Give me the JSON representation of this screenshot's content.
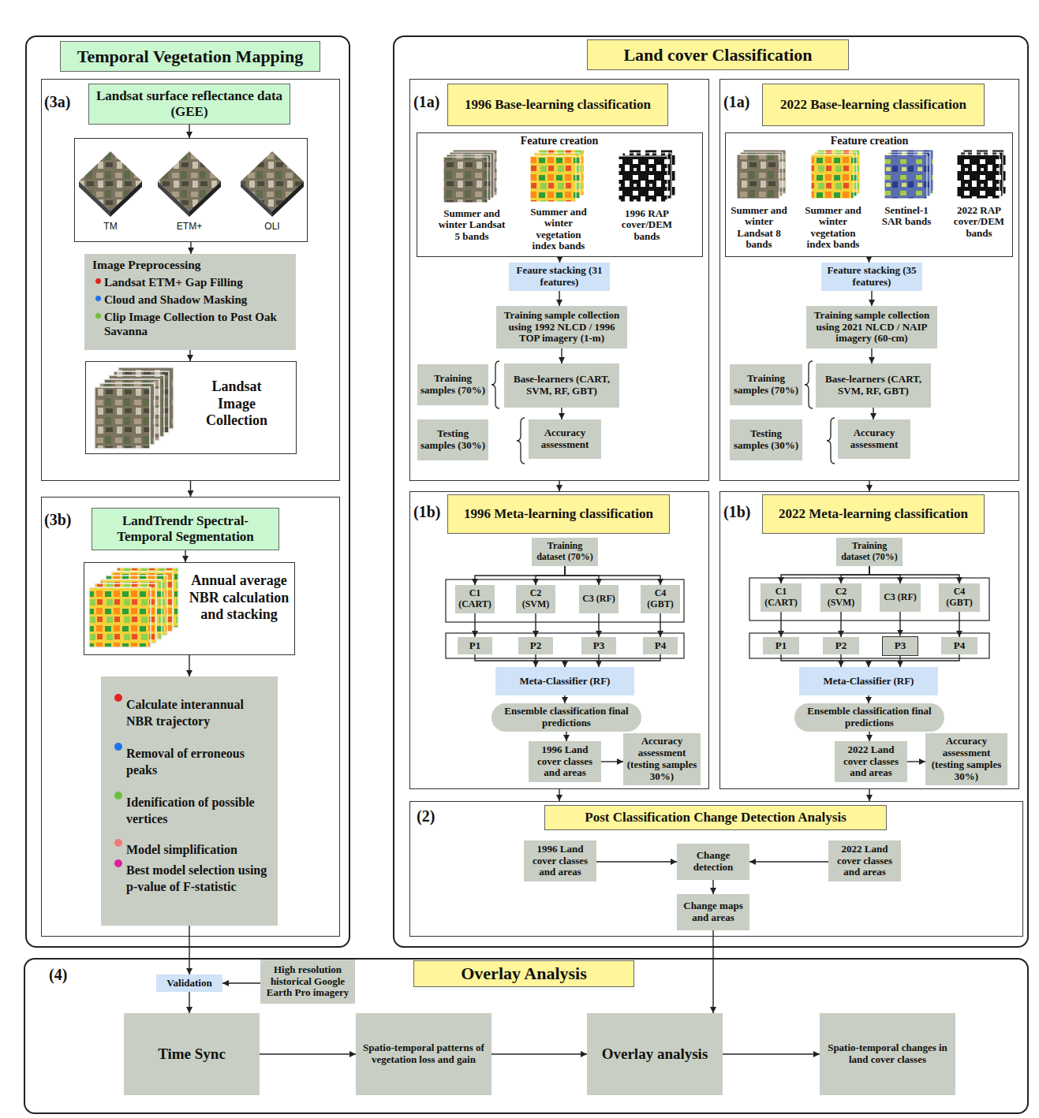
{
  "diagram": {
    "nodes": [
      {
        "text": [
          "Temporal Vegetation Mapping"
        ]
      },
      {
        "text": [
          "(3a)"
        ],
        "in": 0
      },
      {
        "text": [
          "Landsat surface reflectance data (GEE)"
        ],
        "in": 1
      },
      {
        "text": [
          "TM",
          "ETM+",
          "OLI"
        ],
        "in": 1
      },
      {
        "text": [
          "Image Preprocessing",
          "Landsat ETM+ Gap Filling",
          "Cloud and Shadow Masking",
          "Clip Image Collection to Post Oak Savanna"
        ],
        "in": 1
      },
      {
        "text": [
          "Landsat Image Collection"
        ],
        "in": 1
      },
      {
        "text": [
          "(3b)"
        ],
        "in": 0
      },
      {
        "text": [
          "LandTrendr Spectral-Temporal Segmentation"
        ],
        "in": 6
      },
      {
        "text": [
          "Annual average NBR calculation and stacking"
        ],
        "in": 6
      },
      {
        "text": [
          "Calculate interannual NBR trajectory",
          "Removal of erroneous peaks",
          "Idenification of possible vertices",
          "Model simplification",
          "Best model selection using p-value of F-statistic"
        ],
        "in": 6
      },
      {
        "text": [
          "Land cover Classification"
        ]
      },
      {
        "text": [
          "(1a)"
        ],
        "in": 10
      },
      {
        "text": [
          "1996 Base-learning classification"
        ],
        "in": 11
      },
      {
        "text": [
          "Feature creation",
          "Summer and winter Landsat 5 bands",
          "Summer and winter vegetation index bands",
          "1996 RAP cover/DEM bands"
        ],
        "in": 11
      },
      {
        "text": [
          "Feaure stacking (31 features)"
        ],
        "in": 11
      },
      {
        "text": [
          "Training sample collection using 1992 NLCD / 1996 TOP imagery (1-m)"
        ],
        "in": 11
      },
      {
        "text": [
          "Training samples (70%)"
        ],
        "in": 11
      },
      {
        "text": [
          "Base-learners (CART, SVM, RF, GBT)"
        ],
        "in": 11
      },
      {
        "text": [
          "Testing samples (30%)"
        ],
        "in": 11
      },
      {
        "text": [
          "Accuracy assessment"
        ],
        "in": 11
      },
      {
        "text": [
          "(1a)"
        ],
        "in": 10
      },
      {
        "text": [
          "2022 Base-learning classification"
        ],
        "in": 20
      },
      {
        "text": [
          "Feature creation",
          "Summer and winter Landsat 8 bands",
          "Summer and winter vegetation index bands",
          "Sentinel-1 SAR bands",
          "2022 RAP cover/DEM bands"
        ],
        "in": 20
      },
      {
        "text": [
          "Feature stacking (35 features)"
        ],
        "in": 20
      },
      {
        "text": [
          "Training sample collection using 2021 NLCD / NAIP imagery (60-cm)"
        ],
        "in": 20
      },
      {
        "text": [
          "Training samples (70%)"
        ],
        "in": 20
      },
      {
        "text": [
          "Base-learners (CART, SVM, RF, GBT)"
        ],
        "in": 20
      },
      {
        "text": [
          "Testing samples (30%)"
        ],
        "in": 20
      },
      {
        "text": [
          "Accuracy assessment"
        ],
        "in": 20
      },
      {
        "text": [
          "(1b)"
        ],
        "in": 10
      },
      {
        "text": [
          "1996 Meta-learning classification"
        ],
        "in": 29
      },
      {
        "text": [
          "Training dataset (70%)"
        ],
        "in": 29
      },
      {
        "text": [
          "C1 (CART)"
        ],
        "in": 29
      },
      {
        "text": [
          "C2 (SVM)"
        ],
        "in": 29
      },
      {
        "text": [
          "C3 (RF)"
        ],
        "in": 29
      },
      {
        "text": [
          "C4 (GBT)"
        ],
        "in": 29
      },
      {
        "text": [
          "P1"
        ],
        "in": 29
      },
      {
        "text": [
          "P2"
        ],
        "in": 29
      },
      {
        "text": [
          "P3"
        ],
        "in": 29
      },
      {
        "text": [
          "P4"
        ],
        "in": 29
      },
      {
        "text": [
          "Meta-Classifier (RF)"
        ],
        "in": 29
      },
      {
        "text": [
          "Ensemble classification final predictions"
        ],
        "in": 29
      },
      {
        "text": [
          "1996 Land cover classes and areas"
        ],
        "in": 29
      },
      {
        "text": [
          "Accuracy assessment (testing samples 30%)"
        ],
        "in": 29
      },
      {
        "text": [
          "(1b)"
        ],
        "in": 10
      },
      {
        "text": [
          "2022 Meta-learning classification"
        ],
        "in": 44
      },
      {
        "text": [
          "Training dataset (70%)"
        ],
        "in": 44
      },
      {
        "text": [
          "C1 (CART)"
        ],
        "in": 44
      },
      {
        "text": [
          "C2 (SVM)"
        ],
        "in": 44
      },
      {
        "text": [
          "C3 (RF)"
        ],
        "in": 44
      },
      {
        "text": [
          "C4 (GBT)"
        ],
        "in": 44
      },
      {
        "text": [
          "P1"
        ],
        "in": 44
      },
      {
        "text": [
          "P2"
        ],
        "in": 44
      },
      {
        "text": [
          "P3"
        ],
        "in": 44
      },
      {
        "text": [
          "P4"
        ],
        "in": 44
      },
      {
        "text": [
          "Meta-Classifier (RF)"
        ],
        "in": 44
      },
      {
        "text": [
          "Ensemble classification final predictions"
        ],
        "in": 44
      },
      {
        "text": [
          "2022 Land cover classes and areas"
        ],
        "in": 44
      },
      {
        "text": [
          "Accuracy assessment (testing samples 30%)"
        ],
        "in": 44
      },
      {
        "text": [
          "(2)"
        ],
        "in": 10
      },
      {
        "text": [
          "Post Classification Change Detection Analysis"
        ],
        "in": 59
      },
      {
        "text": [
          "1996 Land cover classes and areas"
        ],
        "in": 59
      },
      {
        "text": [
          "Change detection"
        ],
        "in": 59
      },
      {
        "text": [
          "2022 Land cover classes and areas"
        ],
        "in": 59
      },
      {
        "text": [
          "Change maps and areas"
        ],
        "in": 59
      },
      {
        "text": [
          "(4)"
        ]
      },
      {
        "text": [
          "Overlay Analysis"
        ],
        "in": 65
      },
      {
        "text": [
          "Validation"
        ],
        "in": 65
      },
      {
        "text": [
          "High resolution historical Google Earth Pro imagery"
        ],
        "in": 65
      },
      {
        "text": [
          "Time Sync"
        ],
        "in": 65
      },
      {
        "text": [
          "Spatio-temporal patterns of vegetation loss and gain"
        ],
        "in": 65
      },
      {
        "text": [
          "Overlay analysis"
        ],
        "in": 65
      },
      {
        "text": [
          "Spatio-temporal changes in land cover classes"
        ],
        "in": 65
      }
    ],
    "edges": [
      {
        "from": 2,
        "to": 3,
        "arrow": "to"
      },
      {
        "from": 3,
        "to": 4,
        "arrow": "to"
      },
      {
        "from": 4,
        "to": 5,
        "arrow": "to"
      },
      {
        "from": 1,
        "to": 6,
        "arrow": "to"
      },
      {
        "from": 7,
        "to": 8,
        "arrow": "to"
      },
      {
        "from": 8,
        "to": 9,
        "arrow": "to"
      },
      {
        "from": 9,
        "to": 67,
        "arrow": "to"
      },
      {
        "from": 13,
        "to": 14,
        "arrow": "to"
      },
      {
        "from": 14,
        "to": 15,
        "arrow": "to"
      },
      {
        "from": 15,
        "to": 17,
        "arrow": "to"
      },
      {
        "from": 17,
        "to": 19,
        "arrow": "to"
      },
      {
        "from": 11,
        "to": 29,
        "arrow": "to"
      },
      {
        "from": 22,
        "to": 23,
        "arrow": "to"
      },
      {
        "from": 23,
        "to": 24,
        "arrow": "to"
      },
      {
        "from": 24,
        "to": 26,
        "arrow": "to"
      },
      {
        "from": 26,
        "to": 28,
        "arrow": "to"
      },
      {
        "from": 20,
        "to": 44,
        "arrow": "to"
      },
      {
        "from": 31,
        "to": 32,
        "arrow": "to"
      },
      {
        "from": 31,
        "to": 33,
        "arrow": "to"
      },
      {
        "from": 31,
        "to": 34,
        "arrow": "to"
      },
      {
        "from": 31,
        "to": 35,
        "arrow": "to"
      },
      {
        "from": 32,
        "to": 36,
        "arrow": "to"
      },
      {
        "from": 33,
        "to": 37,
        "arrow": "to"
      },
      {
        "from": 34,
        "to": 38,
        "arrow": "to"
      },
      {
        "from": 35,
        "to": 39,
        "arrow": "to"
      },
      {
        "from": 36,
        "to": 40,
        "arrow": "to"
      },
      {
        "from": 37,
        "to": 40,
        "arrow": "to"
      },
      {
        "from": 38,
        "to": 40,
        "arrow": "to"
      },
      {
        "from": 39,
        "to": 40,
        "arrow": "to"
      },
      {
        "from": 40,
        "to": 41,
        "arrow": "to"
      },
      {
        "from": 41,
        "to": 42,
        "arrow": "to"
      },
      {
        "from": 42,
        "to": 43,
        "arrow": "to"
      },
      {
        "from": 29,
        "to": 59,
        "arrow": "to"
      },
      {
        "from": 46,
        "to": 47,
        "arrow": "to"
      },
      {
        "from": 46,
        "to": 48,
        "arrow": "to"
      },
      {
        "from": 46,
        "to": 49,
        "arrow": "to"
      },
      {
        "from": 46,
        "to": 50,
        "arrow": "to"
      },
      {
        "from": 47,
        "to": 51,
        "arrow": "to"
      },
      {
        "from": 48,
        "to": 52,
        "arrow": "to"
      },
      {
        "from": 49,
        "to": 53,
        "arrow": "to"
      },
      {
        "from": 50,
        "to": 54,
        "arrow": "to"
      },
      {
        "from": 51,
        "to": 55,
        "arrow": "to"
      },
      {
        "from": 52,
        "to": 55,
        "arrow": "to"
      },
      {
        "from": 53,
        "to": 55,
        "arrow": "to"
      },
      {
        "from": 54,
        "to": 55,
        "arrow": "to"
      },
      {
        "from": 55,
        "to": 56,
        "arrow": "to"
      },
      {
        "from": 56,
        "to": 57,
        "arrow": "to"
      },
      {
        "from": 57,
        "to": 58,
        "arrow": "to"
      },
      {
        "from": 44,
        "to": 59,
        "arrow": "to"
      },
      {
        "from": 61,
        "to": 62,
        "arrow": "to"
      },
      {
        "from": 63,
        "to": 62,
        "arrow": "to"
      },
      {
        "from": 62,
        "to": 64,
        "arrow": "to"
      },
      {
        "from": 64,
        "to": 71,
        "arrow": "to"
      },
      {
        "from": 68,
        "to": 67,
        "arrow": "to"
      },
      {
        "from": 67,
        "to": 69,
        "arrow": "to"
      },
      {
        "from": 69,
        "to": 70,
        "arrow": "to"
      },
      {
        "from": 70,
        "to": 71,
        "arrow": "to"
      },
      {
        "from": 71,
        "to": 72,
        "arrow": "to"
      }
    ]
  }
}
